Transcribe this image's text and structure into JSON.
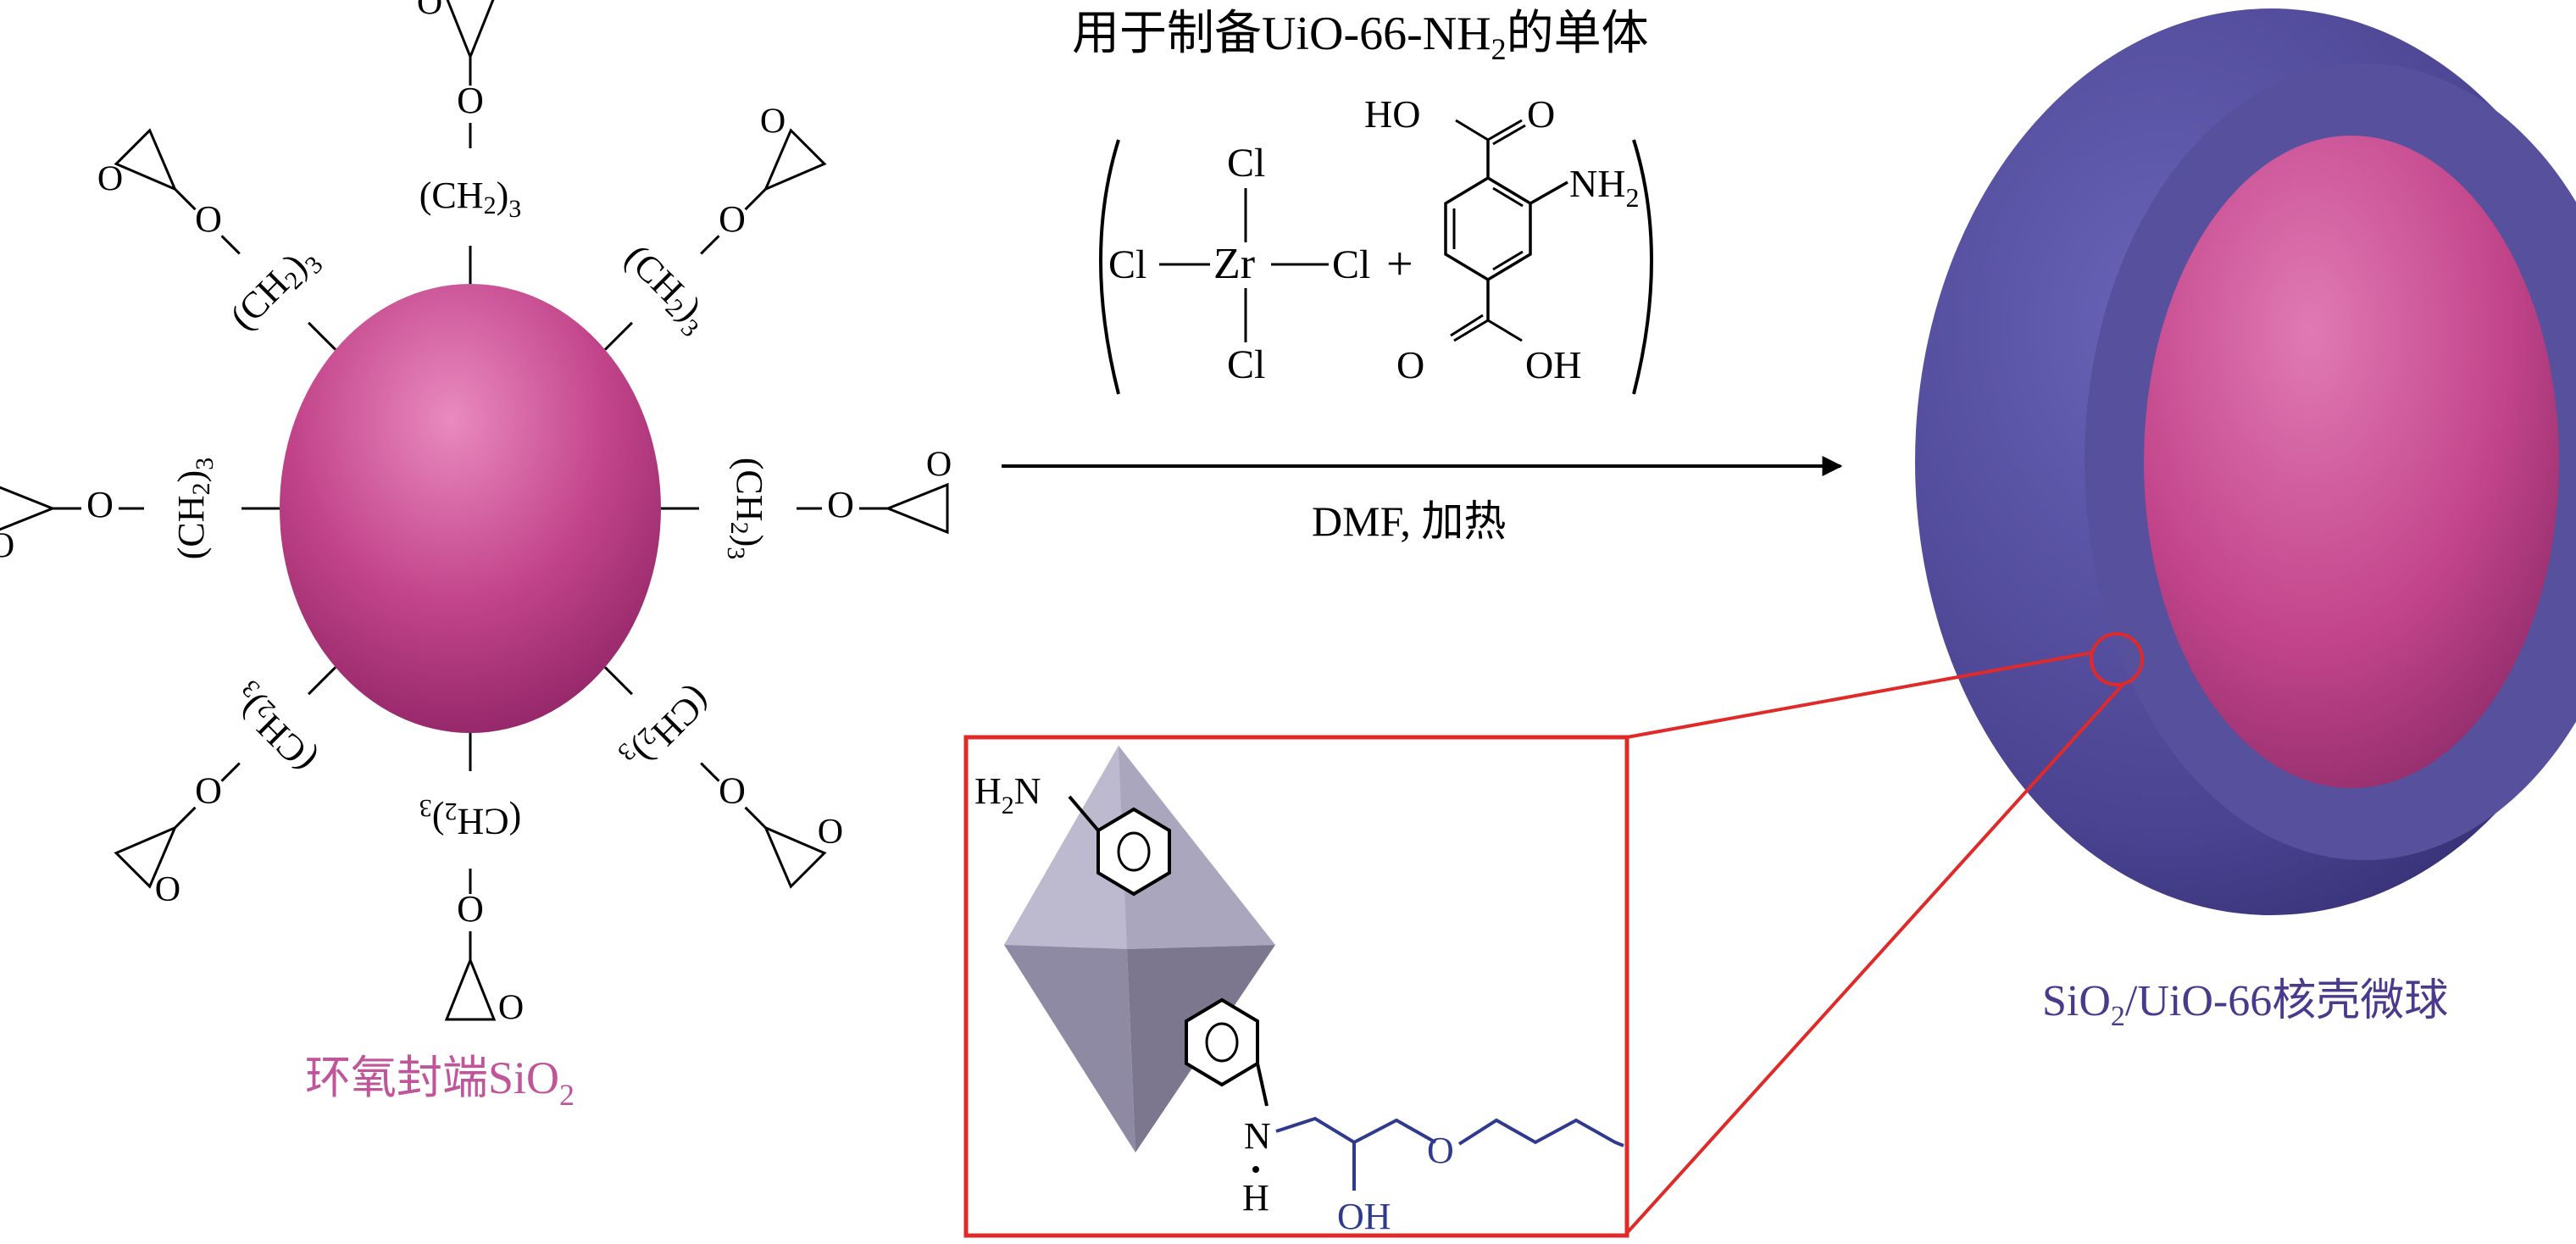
{
  "reaction": {
    "title_prefix": "用于制备UiO-66-NH",
    "title_sub": "2",
    "title_suffix": "的单体",
    "condition": "DMF, 加热"
  },
  "zrcl4": {
    "metal": "Zr",
    "ligand": "Cl"
  },
  "plus": "+",
  "linker": {
    "carboxyl_top": "HO",
    "carbonyl_top": "O",
    "carbonyl_bottom": "O",
    "carboxyl_bottom": "OH",
    "amino": "NH",
    "amino_sub": "2"
  },
  "sio2_epoxy": {
    "label_prefix": "环氧封端SiO",
    "label_sub": "2",
    "chain_main": "(CH",
    "chain_sub": "2",
    "chain_close": ")",
    "chain_count": "3",
    "ether_o": "O",
    "epoxide_o": "O",
    "arm_count": 8,
    "sphere_color": "#c2448a"
  },
  "core_shell": {
    "label_prefix": "SiO",
    "label_sub": "2",
    "label_suffix": "/UiO-66核壳微球",
    "shell_color": "#4a4391",
    "core_color": "#c2448a"
  },
  "inset": {
    "amine": "H",
    "amine_sub": "2",
    "amine_n": "N",
    "nh_n": "N",
    "nh_h": "H",
    "oh": "OH",
    "ether_o": "O",
    "frame_color": "#e02a2a",
    "octahedron_color": "#9a96ad"
  },
  "colors": {
    "label_pink": "#c0559a",
    "label_purple": "#4a3a8c",
    "chain_blue": "#2f3a8f"
  }
}
